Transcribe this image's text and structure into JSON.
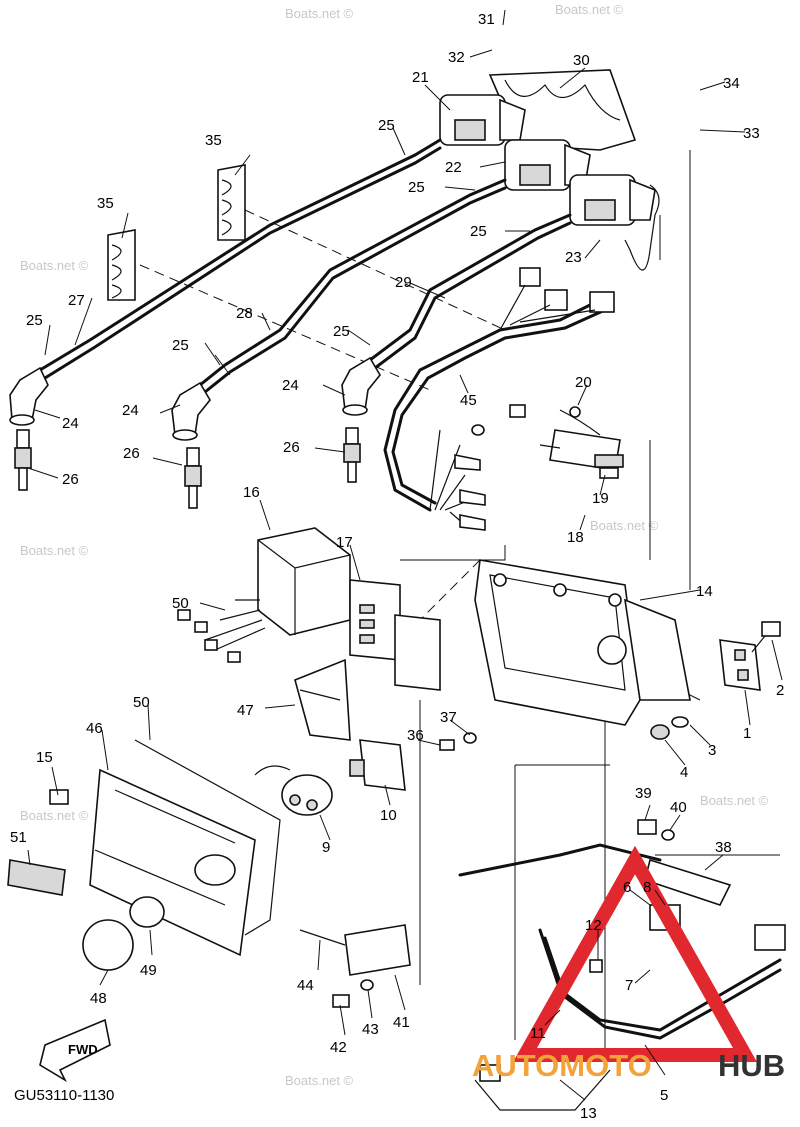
{
  "diagram_code": "GU53110-1130",
  "fwd_label": "FWD",
  "watermark": "Boats.net ©",
  "logo": {
    "part1": "AUTOMOTO",
    "part2": "HUB",
    "color1": "#f2a33a",
    "color2": "#333333",
    "triangle_color": "#e0282e"
  },
  "callouts": [
    "1",
    "2",
    "3",
    "4",
    "5",
    "6",
    "7",
    "8",
    "9",
    "10",
    "11",
    "12",
    "13",
    "14",
    "15",
    "16",
    "17",
    "18",
    "19",
    "20",
    "21",
    "22",
    "23",
    "24",
    "24",
    "24",
    "25",
    "25",
    "25",
    "25",
    "25",
    "25",
    "26",
    "26",
    "26",
    "27",
    "28",
    "29",
    "30",
    "31",
    "32",
    "33",
    "34",
    "35",
    "35",
    "36",
    "37",
    "38",
    "39",
    "40",
    "41",
    "42",
    "43",
    "44",
    "45",
    "46",
    "47",
    "48",
    "49",
    "50",
    "50",
    "51"
  ]
}
